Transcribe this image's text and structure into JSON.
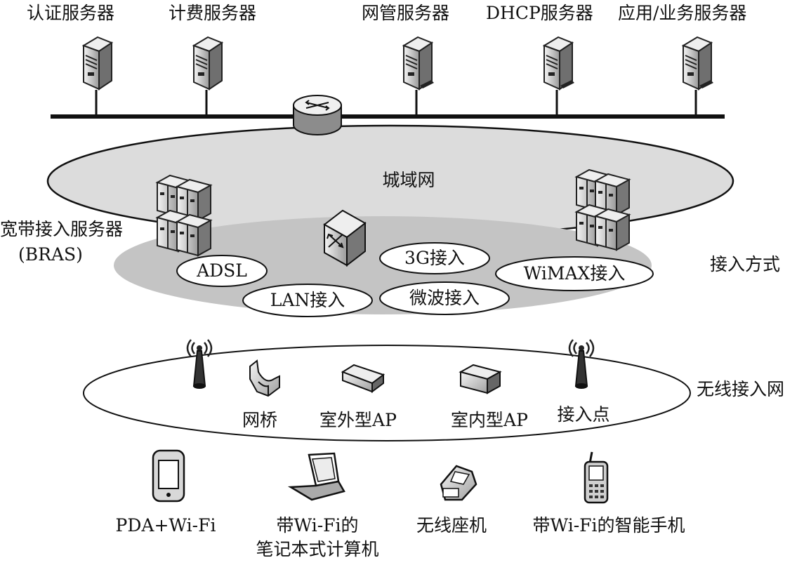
{
  "servers": {
    "auth": "认证服务器",
    "billing": "计费服务器",
    "nms": "网管服务器",
    "dhcp": "DHCP服务器",
    "app": "应用/业务服务器"
  },
  "metro": {
    "label": "城域网"
  },
  "bras": {
    "line1": "宽带接入服务器",
    "line2": "(BRAS)"
  },
  "access_methods": {
    "title": "接入方式",
    "adsl": "ADSL",
    "lan": "LAN接入",
    "g3": "3G接入",
    "microwave": "微波接入",
    "wimax": "WiMAX接入"
  },
  "wireless_access": {
    "title": "无线接入网",
    "bridge": "网桥",
    "outdoor_ap": "室外型AP",
    "indoor_ap": "室内型AP",
    "access_point": "接入点"
  },
  "terminals": {
    "pda": "PDA+Wi-Fi",
    "laptop_line1": "带Wi-Fi的",
    "laptop_line2": "笔记本式计算机",
    "wireless_phone": "无线座机",
    "smartphone": "带Wi-Fi的智能手机"
  }
}
